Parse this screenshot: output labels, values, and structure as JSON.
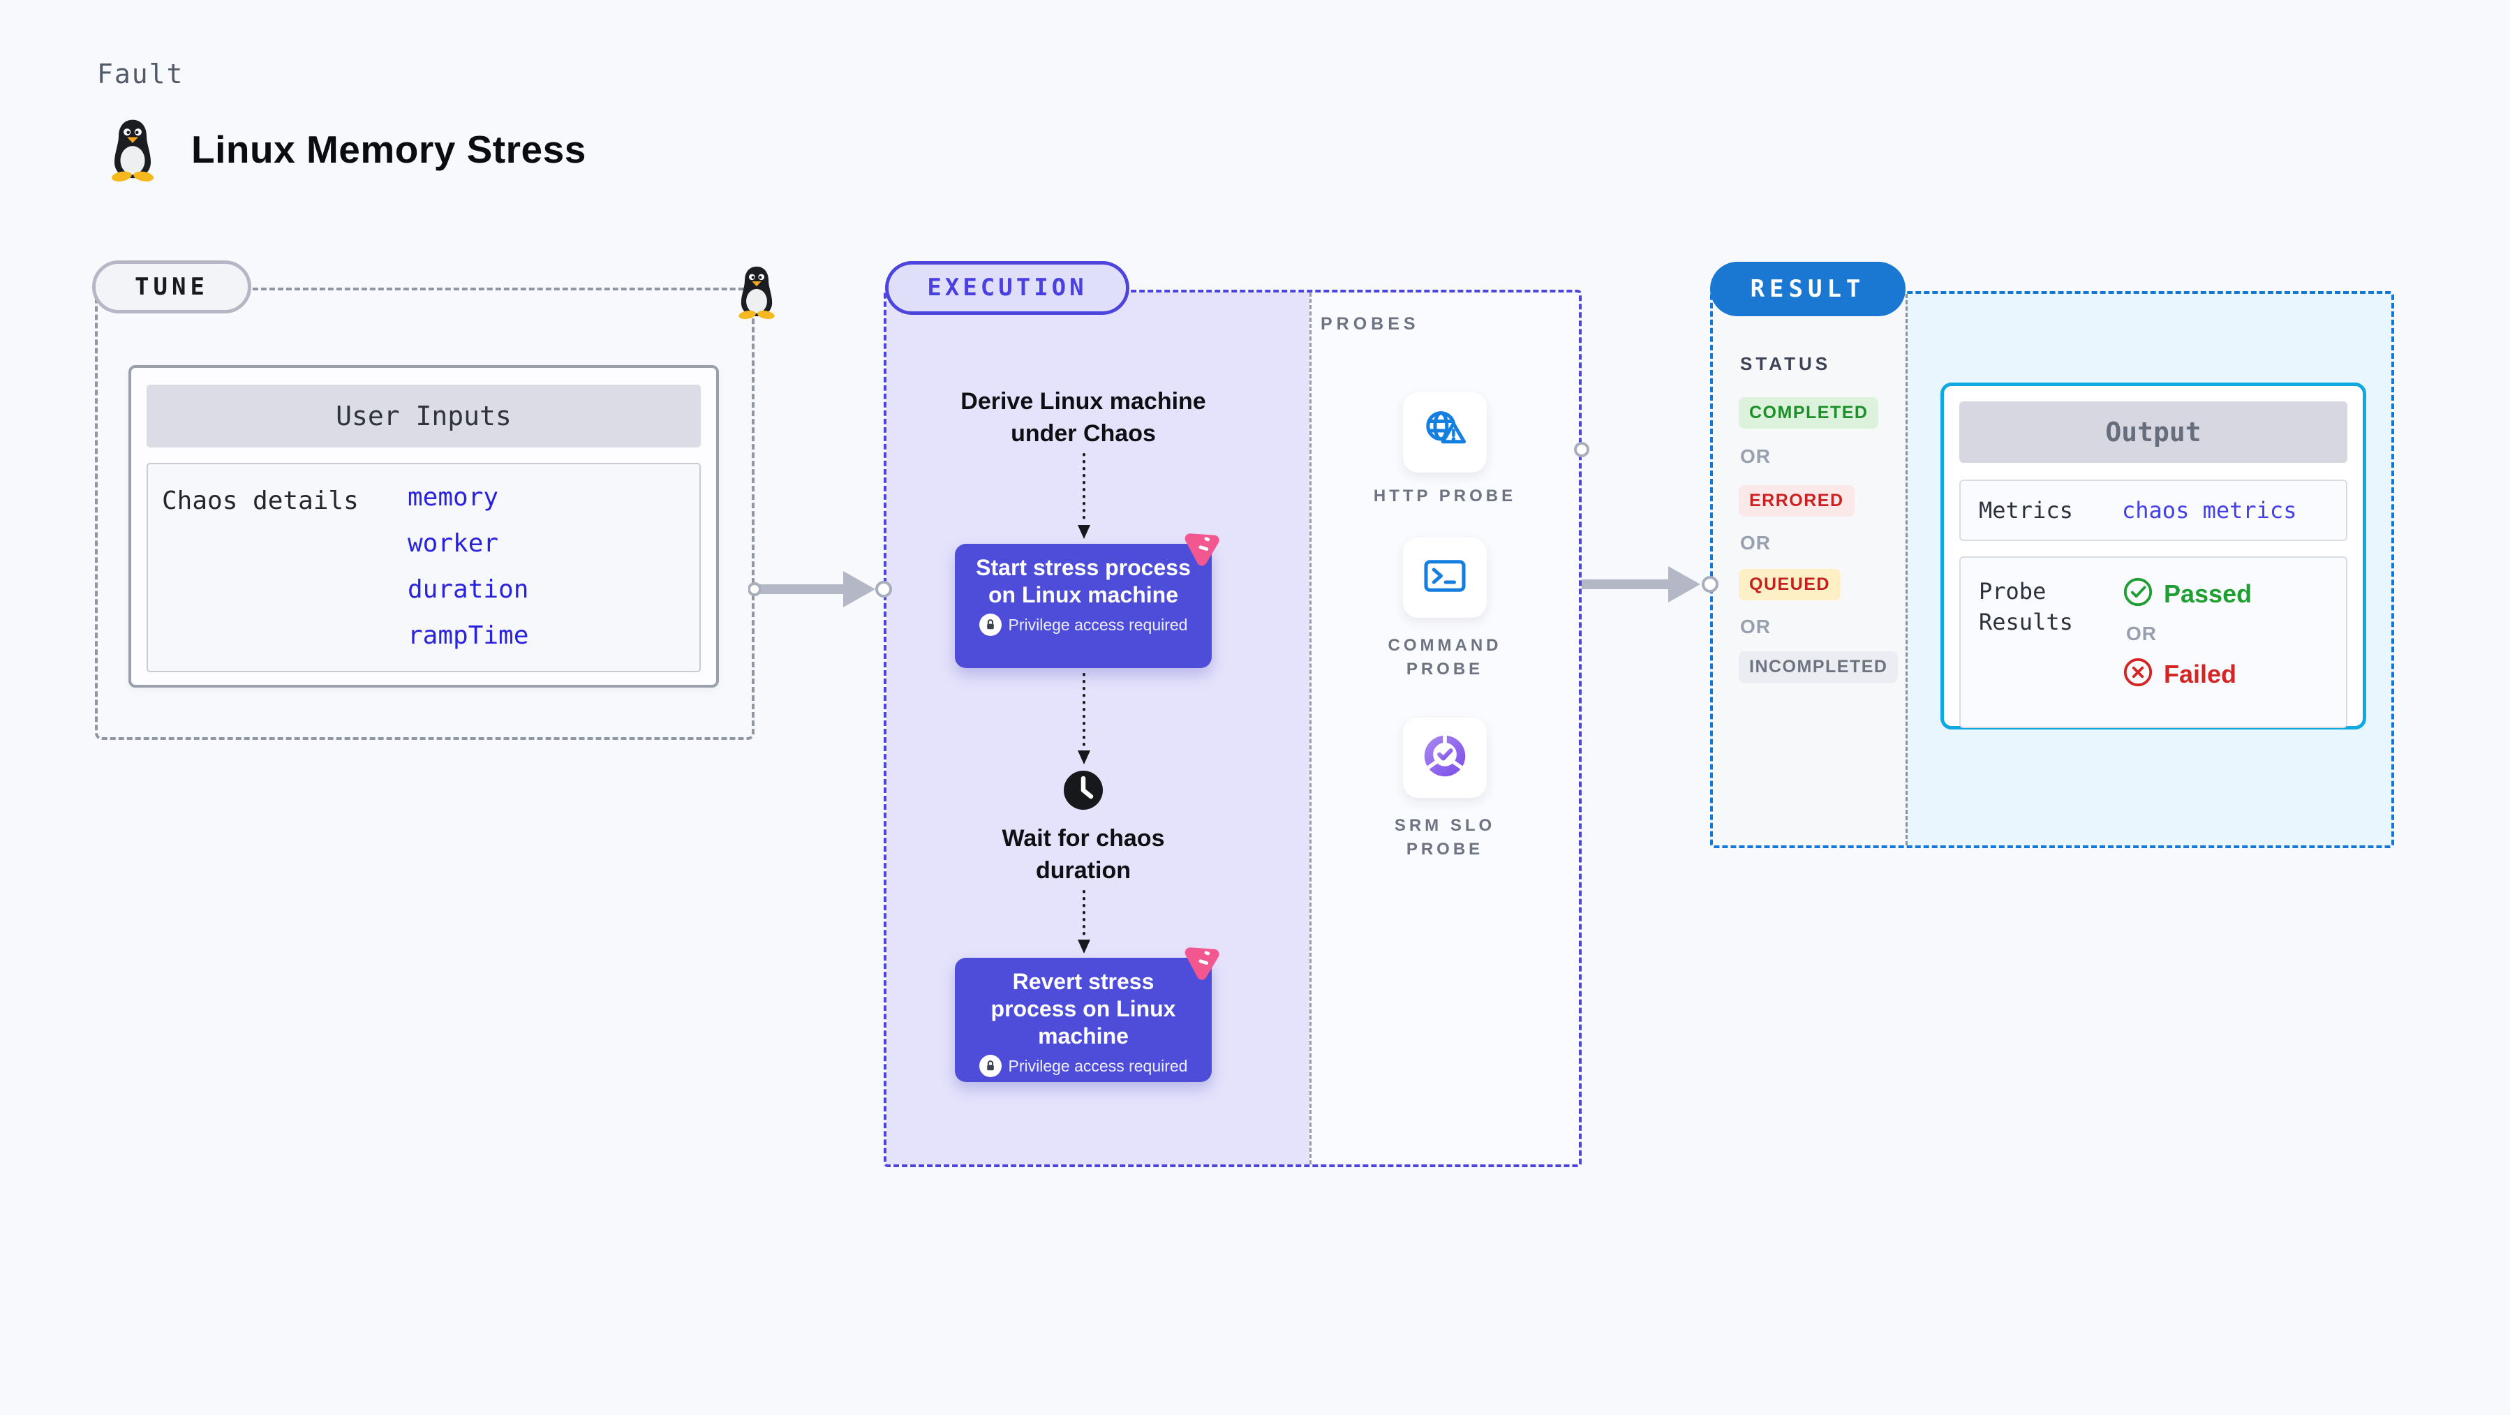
{
  "header": {
    "kicker": "Fault",
    "title": "Linux Memory Stress",
    "icon": "tux-penguin"
  },
  "tune": {
    "label": "TUNE",
    "card": {
      "header": "User Inputs",
      "row_label": "Chaos details",
      "params": [
        "memory",
        "worker",
        "duration",
        "rampTime"
      ]
    }
  },
  "execution": {
    "label": "EXECUTION",
    "flow": {
      "derive_label": "Derive Linux machine under Chaos",
      "start_task": {
        "label": "Start stress process on Linux machine",
        "note": "Privilege access required"
      },
      "wait_label": "Wait for chaos duration",
      "revert_task": {
        "label": "Revert stress process on Linux machine",
        "note": "Privilege access required"
      }
    },
    "probes": {
      "label": "PROBES",
      "items": [
        {
          "label": "HTTP PROBE",
          "icon": "globe-alert"
        },
        {
          "label": "COMMAND PROBE",
          "icon": "terminal"
        },
        {
          "label": "SRM SLO PROBE",
          "icon": "slo-donut-check"
        }
      ]
    }
  },
  "result": {
    "label": "RESULT",
    "status": {
      "label": "STATUS",
      "or": "OR",
      "badges": [
        {
          "label": "COMPLETED",
          "color": "#1b8f28",
          "bg": "#dcf2dc"
        },
        {
          "label": "ERRORED",
          "color": "#cc2121",
          "bg": "#fbe8e8"
        },
        {
          "label": "QUEUED",
          "color": "#c32020",
          "bg": "#fdf0c6"
        },
        {
          "label": "INCOMPLETED",
          "color": "#6d7480",
          "bg": "#ecedf3"
        }
      ]
    },
    "output": {
      "header": "Output",
      "metrics_label": "Metrics",
      "metrics_value": "chaos metrics",
      "probe_results_label": "Probe Results",
      "passed_label": "Passed",
      "or": "OR",
      "failed_label": "Failed"
    }
  },
  "colors": {
    "page_bg": "#f8f9fc",
    "indigo": "#4c44dd",
    "execution_fill": "#e5e3fb",
    "task_bg": "#4e4dd9",
    "chaos_pink": "#f2578f",
    "result_blue": "#1a78d2",
    "result_fill": "#e9f6fd",
    "output_border": "#10a8e1",
    "link_blue": "#2a23dc",
    "probe_icon_blue": "#157fe0",
    "slo_purple": "#7a4be8",
    "green": "#1f9e32",
    "red": "#d42525",
    "arrow_grey": "#b4b7c6"
  }
}
